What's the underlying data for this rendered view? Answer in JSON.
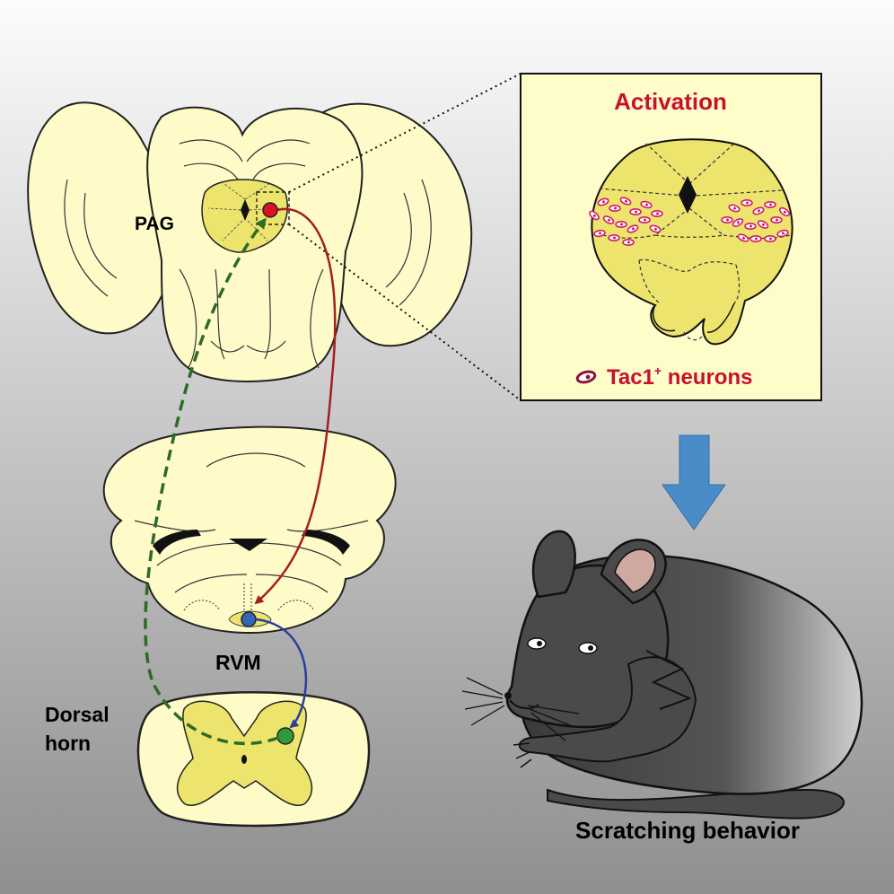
{
  "labels": {
    "pag": "PAG",
    "rvm": "RVM",
    "dorsal_horn_line1": "Dorsal",
    "dorsal_horn_line2": "horn",
    "activation": "Activation",
    "tac1_prefix": "Tac1",
    "tac1_superscript": "+",
    "tac1_suffix": " neurons",
    "behavior": "Scratching behavior"
  },
  "colors": {
    "background_top": "#fcfcfc",
    "background_bottom": "#8f8f8f",
    "tissue": "#fefbc8",
    "tissue_highlight": "#ede46e",
    "inset_bg": "#fefcc9",
    "text_red": "#c8102e",
    "pag_neuron": "#d7141f",
    "rvm_neuron": "#3465b6",
    "dorsal_horn_neuron": "#2f9a3c",
    "projection_red": "#a41e22",
    "projection_blue": "#2a3f9d",
    "projection_green_dashed": "#2e6b27",
    "down_arrow": "#4a8cc8",
    "mouse_body": "#4a4a4a",
    "tac1_cell": "#d01f6a"
  },
  "icons": {
    "down_arrow": "down-arrow-icon",
    "tac1_cell": "tac1-neuron-icon",
    "mouse": "mouse-illustration"
  }
}
